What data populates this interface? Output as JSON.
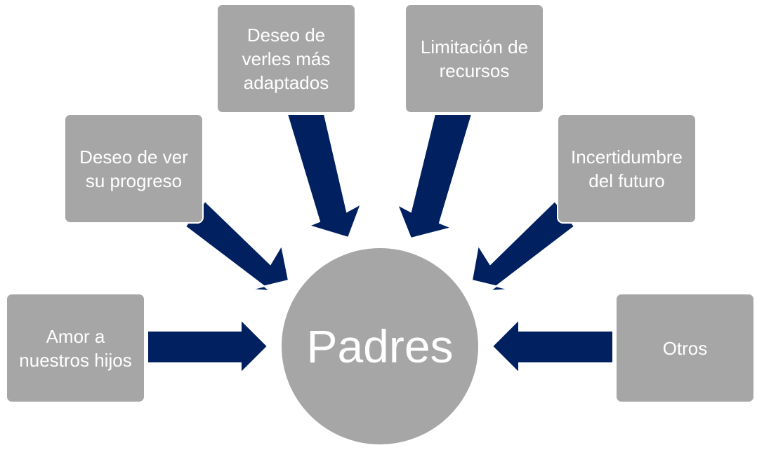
{
  "diagram": {
    "center": {
      "label": "Padres"
    },
    "nodes": [
      {
        "id": "amor",
        "label": "Amor a nuestros hijos"
      },
      {
        "id": "progreso",
        "label": "Deseo de ver su progreso"
      },
      {
        "id": "adaptados",
        "label": "Deseo de verles más adaptados"
      },
      {
        "id": "recursos",
        "label": "Limitación de recursos"
      },
      {
        "id": "incertidumbre",
        "label": "Incertidumbre del futuro"
      },
      {
        "id": "otros",
        "label": "Otros"
      }
    ],
    "colors": {
      "node_fill": "#a6a6a6",
      "arrow_fill": "#002060",
      "text": "#ffffff"
    }
  }
}
